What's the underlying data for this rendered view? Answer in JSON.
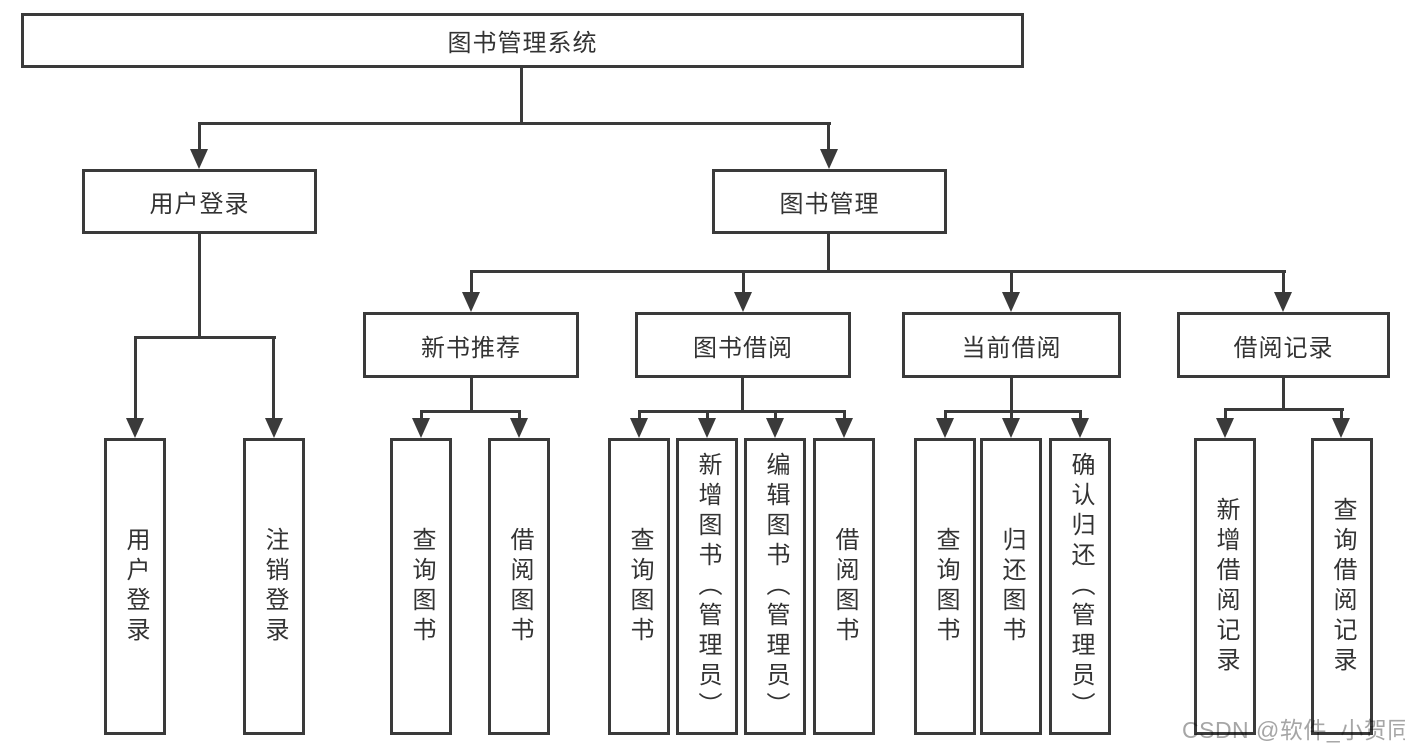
{
  "diagram": {
    "root": {
      "label": "图书管理系统"
    },
    "level2": [
      {
        "label": "用户登录"
      },
      {
        "label": "图书管理"
      }
    ],
    "level3": [
      {
        "label": "新书推荐"
      },
      {
        "label": "图书借阅"
      },
      {
        "label": "当前借阅"
      },
      {
        "label": "借阅记录"
      }
    ],
    "leaves": [
      {
        "group": "用户登录",
        "label": "用户登录"
      },
      {
        "group": "用户登录",
        "label": "注销登录"
      },
      {
        "group": "新书推荐",
        "label": "查询图书"
      },
      {
        "group": "新书推荐",
        "label": "借阅图书"
      },
      {
        "group": "图书借阅",
        "label": "查询图书"
      },
      {
        "group": "图书借阅",
        "label": "新增图书（管理员）"
      },
      {
        "group": "图书借阅",
        "label": "编辑图书（管理员）"
      },
      {
        "group": "图书借阅",
        "label": "借阅图书"
      },
      {
        "group": "当前借阅",
        "label": "查询图书"
      },
      {
        "group": "当前借阅",
        "label": "归还图书"
      },
      {
        "group": "当前借阅",
        "label": "确认归还（管理员）"
      },
      {
        "group": "借阅记录",
        "label": "新增借阅记录"
      },
      {
        "group": "借阅记录",
        "label": "查询借阅记录"
      }
    ],
    "watermark": "CSDN @软件_小贺同学",
    "colors": {
      "line": "#3a3a3a",
      "text": "#333333",
      "box_fill": "#ffffff",
      "background": "#ffffff",
      "watermark": "#a6a6a6"
    }
  }
}
